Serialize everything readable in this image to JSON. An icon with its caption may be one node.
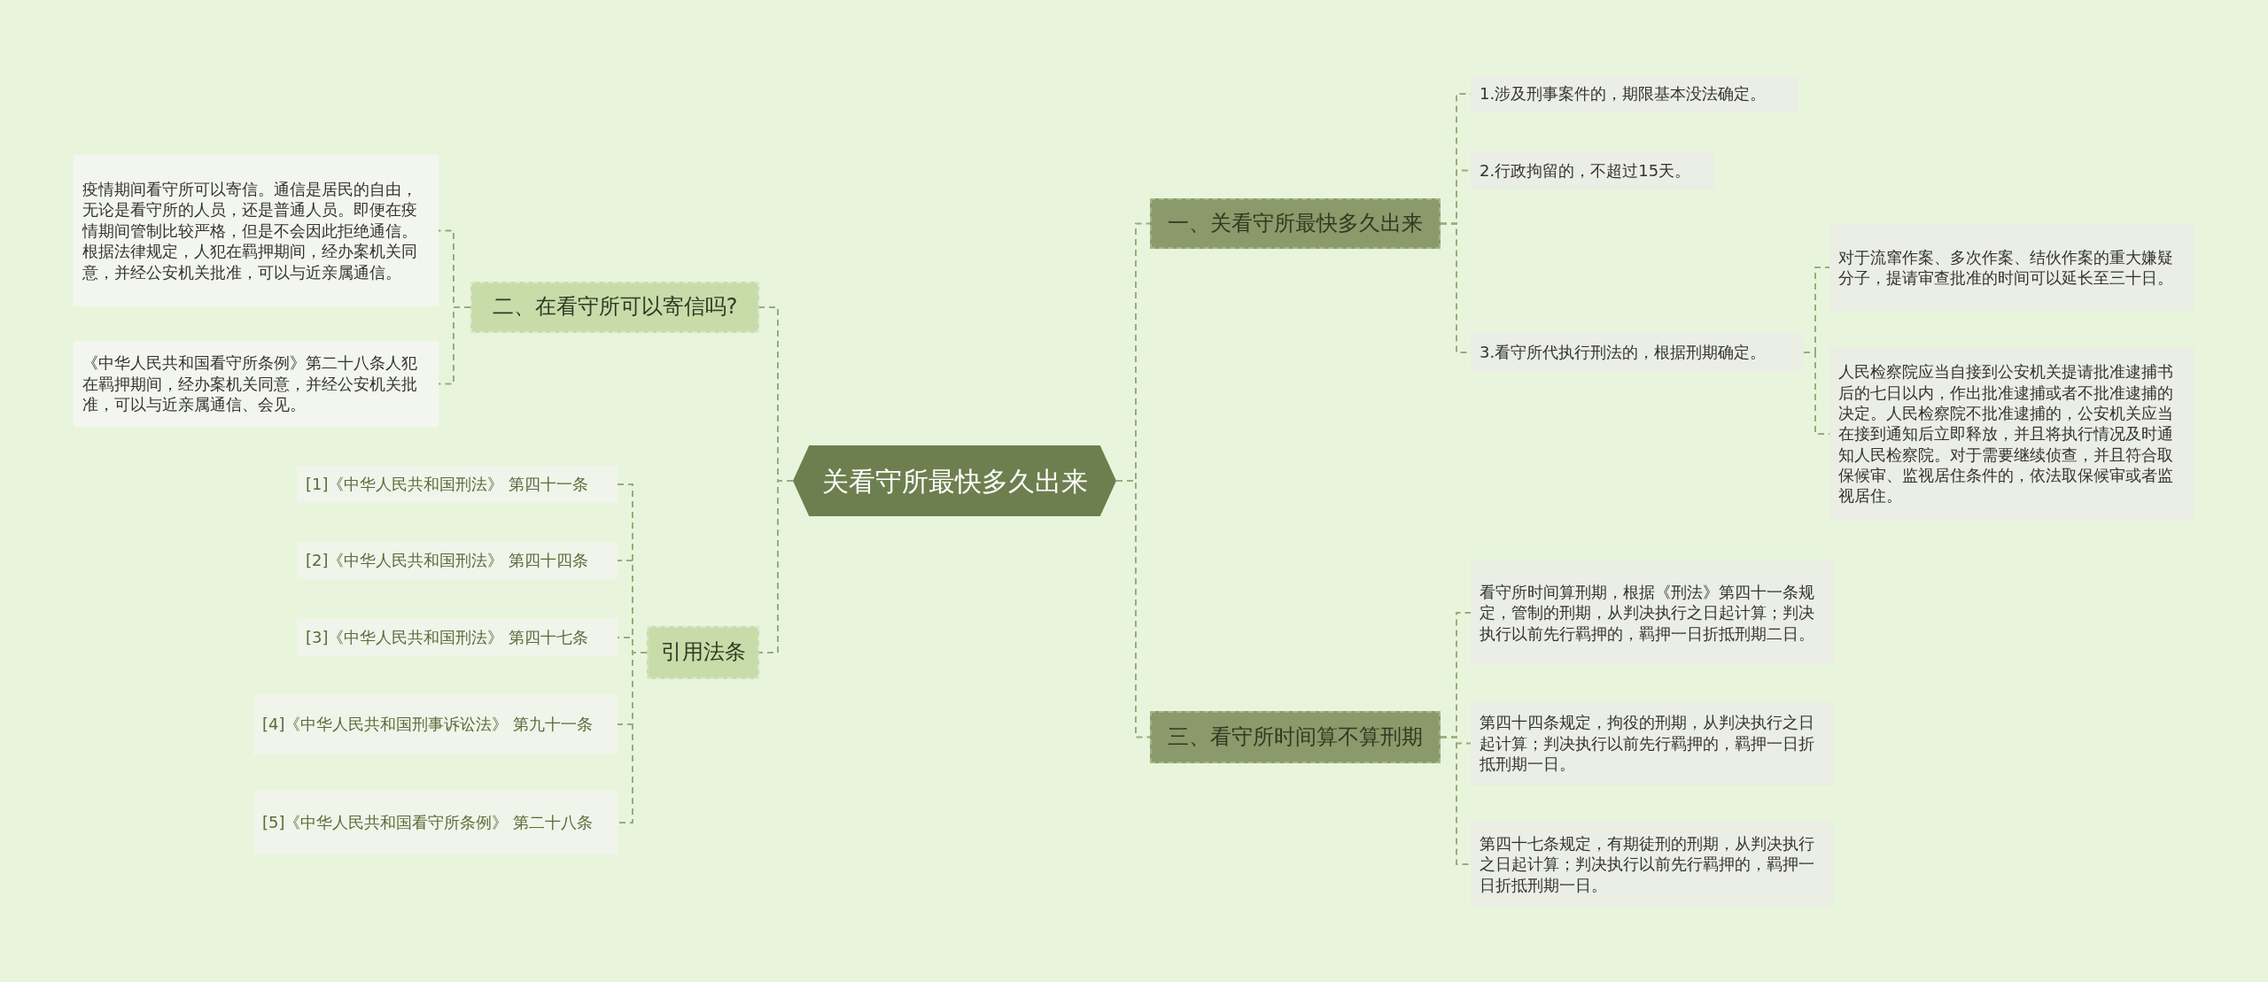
{
  "diagram": {
    "nodes": [
      {
        "text": [
          "关看守所最快多久出来"
        ]
      },
      {
        "text": [
          "二、在看守所可以寄信吗?"
        ]
      },
      {
        "text": [
          "疫情期间看守所可以寄信。通信是居民的自由，无论是看守所的人员，还是普通人员。即便在疫情期间管制比较严格，但是不会因此拒绝通信。根据法律规定，人犯在羁押期间，经办案机关同意，并经公安机关批准，可以与近亲属通信。"
        ]
      },
      {
        "text": [
          "《中华人民共和国看守所条例》第二十八条人犯在羁押期间，经办案机关同意，并经公安机关批准，可以与近亲属通信、会见。"
        ]
      },
      {
        "text": [
          "引用法条"
        ]
      },
      {
        "text": [
          "[1]《中华人民共和国刑法》 第四十一条"
        ]
      },
      {
        "text": [
          "[2]《中华人民共和国刑法》 第四十四条"
        ]
      },
      {
        "text": [
          "[3]《中华人民共和国刑法》 第四十七条"
        ]
      },
      {
        "text": [
          "[4]《中华人民共和国刑事诉讼法》 第九十一条"
        ]
      },
      {
        "text": [
          "[5]《中华人民共和国看守所条例》 第二十八条"
        ]
      },
      {
        "text": [
          "一、关看守所最快多久出来"
        ]
      },
      {
        "text": [
          "1.涉及刑事案件的，期限基本没法确定。"
        ]
      },
      {
        "text": [
          "2.行政拘留的，不超过15天。"
        ]
      },
      {
        "text": [
          "3.看守所代执行刑法的，根据刑期确定。"
        ]
      },
      {
        "text": [
          "对于流窜作案、多次作案、结伙作案的重大嫌疑分子，提请审查批准的时间可以延长至三十日。"
        ]
      },
      {
        "text": [
          "人民检察院应当自接到公安机关提请批准逮捕书后的七日以内，作出批准逮捕或者不批准逮捕的决定。人民检察院不批准逮捕的，公安机关应当在接到通知后立即释放，并且将执行情况及时通知人民检察院。对于需要继续侦查，并且符合取保候审、监视居住条件的，依法取保候审或者监视居住。"
        ]
      },
      {
        "text": [
          "三、看守所时间算不算刑期"
        ]
      },
      {
        "text": [
          "看守所时间算刑期，根据《刑法》第四十一条规定，管制的刑期，从判决执行之日起计算；判决执行以前先行羁押的，羁押一日折抵刑期二日。"
        ]
      },
      {
        "text": [
          "第四十四条规定，拘役的刑期，从判决执行之日起计算；判决执行以前先行羁押的，羁押一日折抵刑期一日。"
        ]
      },
      {
        "text": [
          "第四十七条规定，有期徒刑的刑期，从判决执行之日起计算；判决执行以前先行羁押的，羁押一日折抵刑期一日。"
        ]
      }
    ],
    "edges": [
      {
        "from": 0,
        "to": 1,
        "arrow": "none"
      },
      {
        "from": 1,
        "to": 2,
        "arrow": "none"
      },
      {
        "from": 1,
        "to": 3,
        "arrow": "none"
      },
      {
        "from": 0,
        "to": 4,
        "arrow": "none"
      },
      {
        "from": 4,
        "to": 5,
        "arrow": "none"
      },
      {
        "from": 4,
        "to": 6,
        "arrow": "none"
      },
      {
        "from": 4,
        "to": 7,
        "arrow": "none"
      },
      {
        "from": 4,
        "to": 8,
        "arrow": "none"
      },
      {
        "from": 4,
        "to": 9,
        "arrow": "none"
      },
      {
        "from": 0,
        "to": 10,
        "arrow": "none"
      },
      {
        "from": 10,
        "to": 11,
        "arrow": "none"
      },
      {
        "from": 10,
        "to": 12,
        "arrow": "none"
      },
      {
        "from": 10,
        "to": 13,
        "arrow": "none"
      },
      {
        "from": 13,
        "to": 14,
        "arrow": "none"
      },
      {
        "from": 13,
        "to": 15,
        "arrow": "none"
      },
      {
        "from": 0,
        "to": 16,
        "arrow": "none"
      },
      {
        "from": 16,
        "to": 17,
        "arrow": "none"
      },
      {
        "from": 16,
        "to": 18,
        "arrow": "none"
      },
      {
        "from": 16,
        "to": 19,
        "arrow": "none"
      }
    ]
  }
}
